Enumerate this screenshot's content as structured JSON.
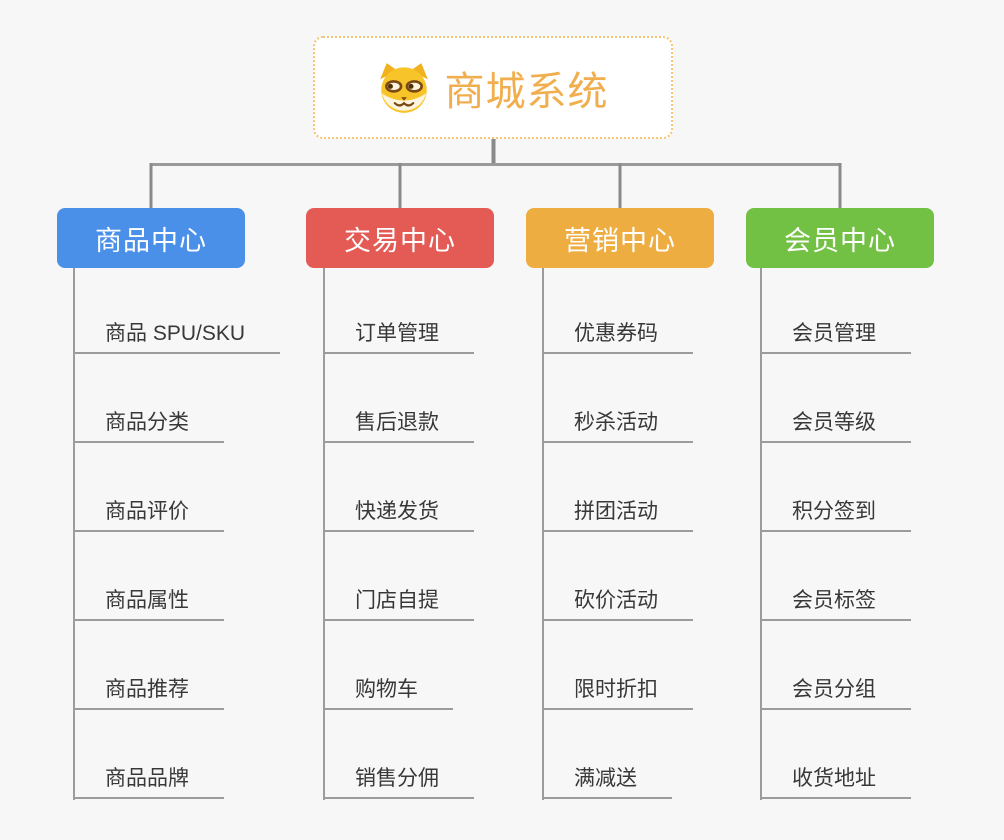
{
  "root": {
    "title": "商城系统",
    "icon": "dog-face-icon",
    "accent_color": "#F0AE4E"
  },
  "branches": [
    {
      "label": "商品中心",
      "color": "#4A90E8",
      "items": [
        "商品 SPU/SKU",
        "商品分类",
        "商品评价",
        "商品属性",
        "商品推荐",
        "商品品牌"
      ]
    },
    {
      "label": "交易中心",
      "color": "#E45B55",
      "items": [
        "订单管理",
        "售后退款",
        "快递发货",
        "门店自提",
        "购物车",
        "销售分佣"
      ]
    },
    {
      "label": "营销中心",
      "color": "#EEAD40",
      "items": [
        "优惠券码",
        "秒杀活动",
        "拼团活动",
        "砍价活动",
        "限时折扣",
        "满减送"
      ]
    },
    {
      "label": "会员中心",
      "color": "#73C144",
      "items": [
        "会员管理",
        "会员等级",
        "积分签到",
        "会员标签",
        "会员分组",
        "收货地址"
      ]
    }
  ],
  "colors": {
    "background": "#F6F7F6",
    "connector_line": "#909090",
    "leaf_line": "#9C9C9C",
    "leaf_text": "#383838",
    "node_text": "#FFFFFF",
    "root_border": "#F6C573"
  }
}
